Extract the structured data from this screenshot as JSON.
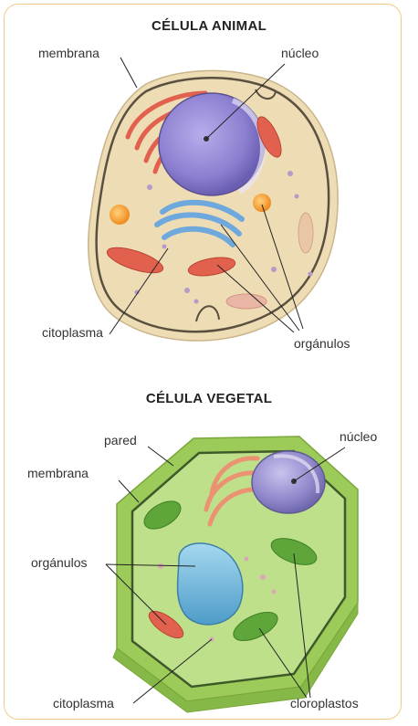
{
  "animal": {
    "title": "CÉLULA ANIMAL",
    "labels": {
      "membrana": "membrana",
      "nucleo": "núcleo",
      "citoplasma": "citoplasma",
      "organulos": "orgánulos"
    }
  },
  "vegetal": {
    "title": "CÉLULA VEGETAL",
    "labels": {
      "pared": "pared",
      "membrana": "membrana",
      "nucleo": "núcleo",
      "organulos": "orgánulos",
      "citoplasma": "citoplasma",
      "cloroplastos": "cloroplastos"
    }
  },
  "colors": {
    "frame": "#f3c98a",
    "animal_cytoplasm": "#eedcb4",
    "plant_cytoplasm": "#bfe08a",
    "plant_wall": "#9ccb5a",
    "nucleus": "#8c7fd0",
    "golgi": "#6fa8dc",
    "mitochondria": "#e2614e",
    "chloroplast": "#5ea63a",
    "vacuole": "#6fb3d9"
  }
}
